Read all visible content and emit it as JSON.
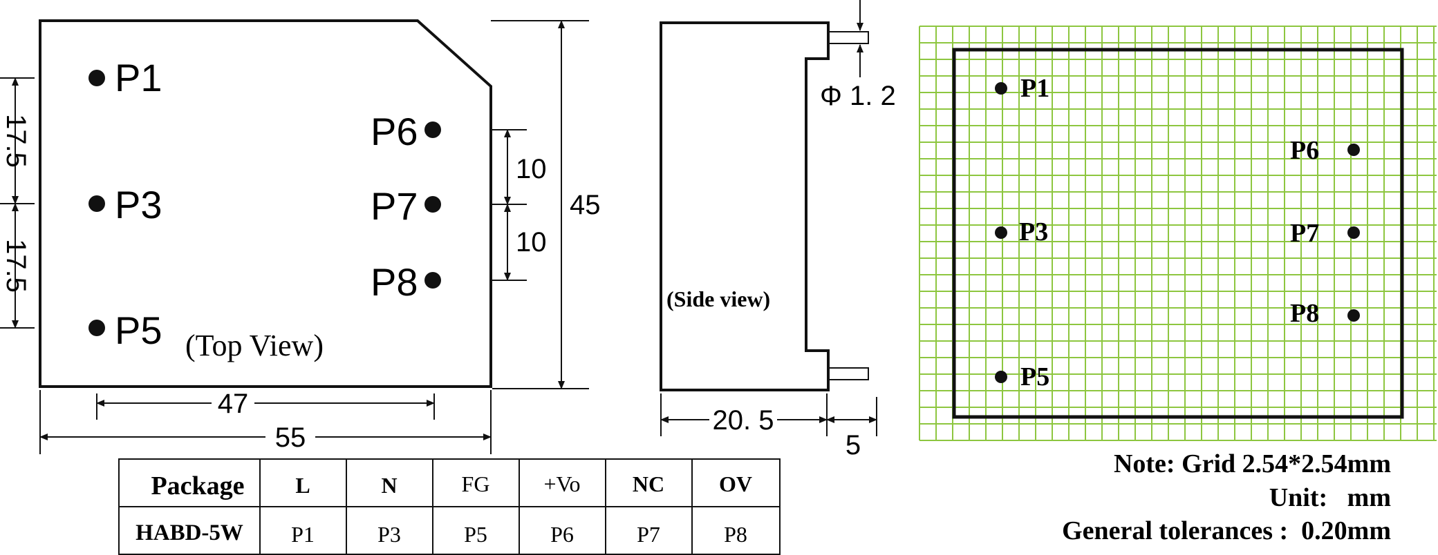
{
  "top_view": {
    "caption": "(Top View)",
    "pins": [
      {
        "id": "p1",
        "label": "P1"
      },
      {
        "id": "p3",
        "label": "P3"
      },
      {
        "id": "p5",
        "label": "P5"
      },
      {
        "id": "p6",
        "label": "P6"
      },
      {
        "id": "p7",
        "label": "P7"
      },
      {
        "id": "p8",
        "label": "P8"
      }
    ],
    "dims": {
      "left_upper": "17.5",
      "left_lower": "17.5",
      "right_upper": "10",
      "right_lower": "10",
      "height": "45",
      "pin_span": "47",
      "width": "55"
    }
  },
  "side_view": {
    "caption": "(Side view)",
    "dims": {
      "pin_diameter": "Φ 1. 2",
      "body_depth": "20. 5",
      "pin_length": "5"
    }
  },
  "grid_view": {
    "pins": [
      "P1",
      "P6",
      "P3",
      "P7",
      "P8",
      "P5"
    ],
    "grid_color": "#8dc63f"
  },
  "notes": {
    "grid": "Note: Grid 2.54*2.54mm",
    "unit": "Unit:   mm",
    "tolerance": "General tolerances :  0.20mm"
  },
  "table": {
    "header": [
      "Package",
      "L",
      "N",
      "FG",
      "+Vo",
      "NC",
      "OV"
    ],
    "row": [
      "HABD-5W",
      "P1",
      "P3",
      "P5",
      "P6",
      "P7",
      "P8"
    ]
  }
}
